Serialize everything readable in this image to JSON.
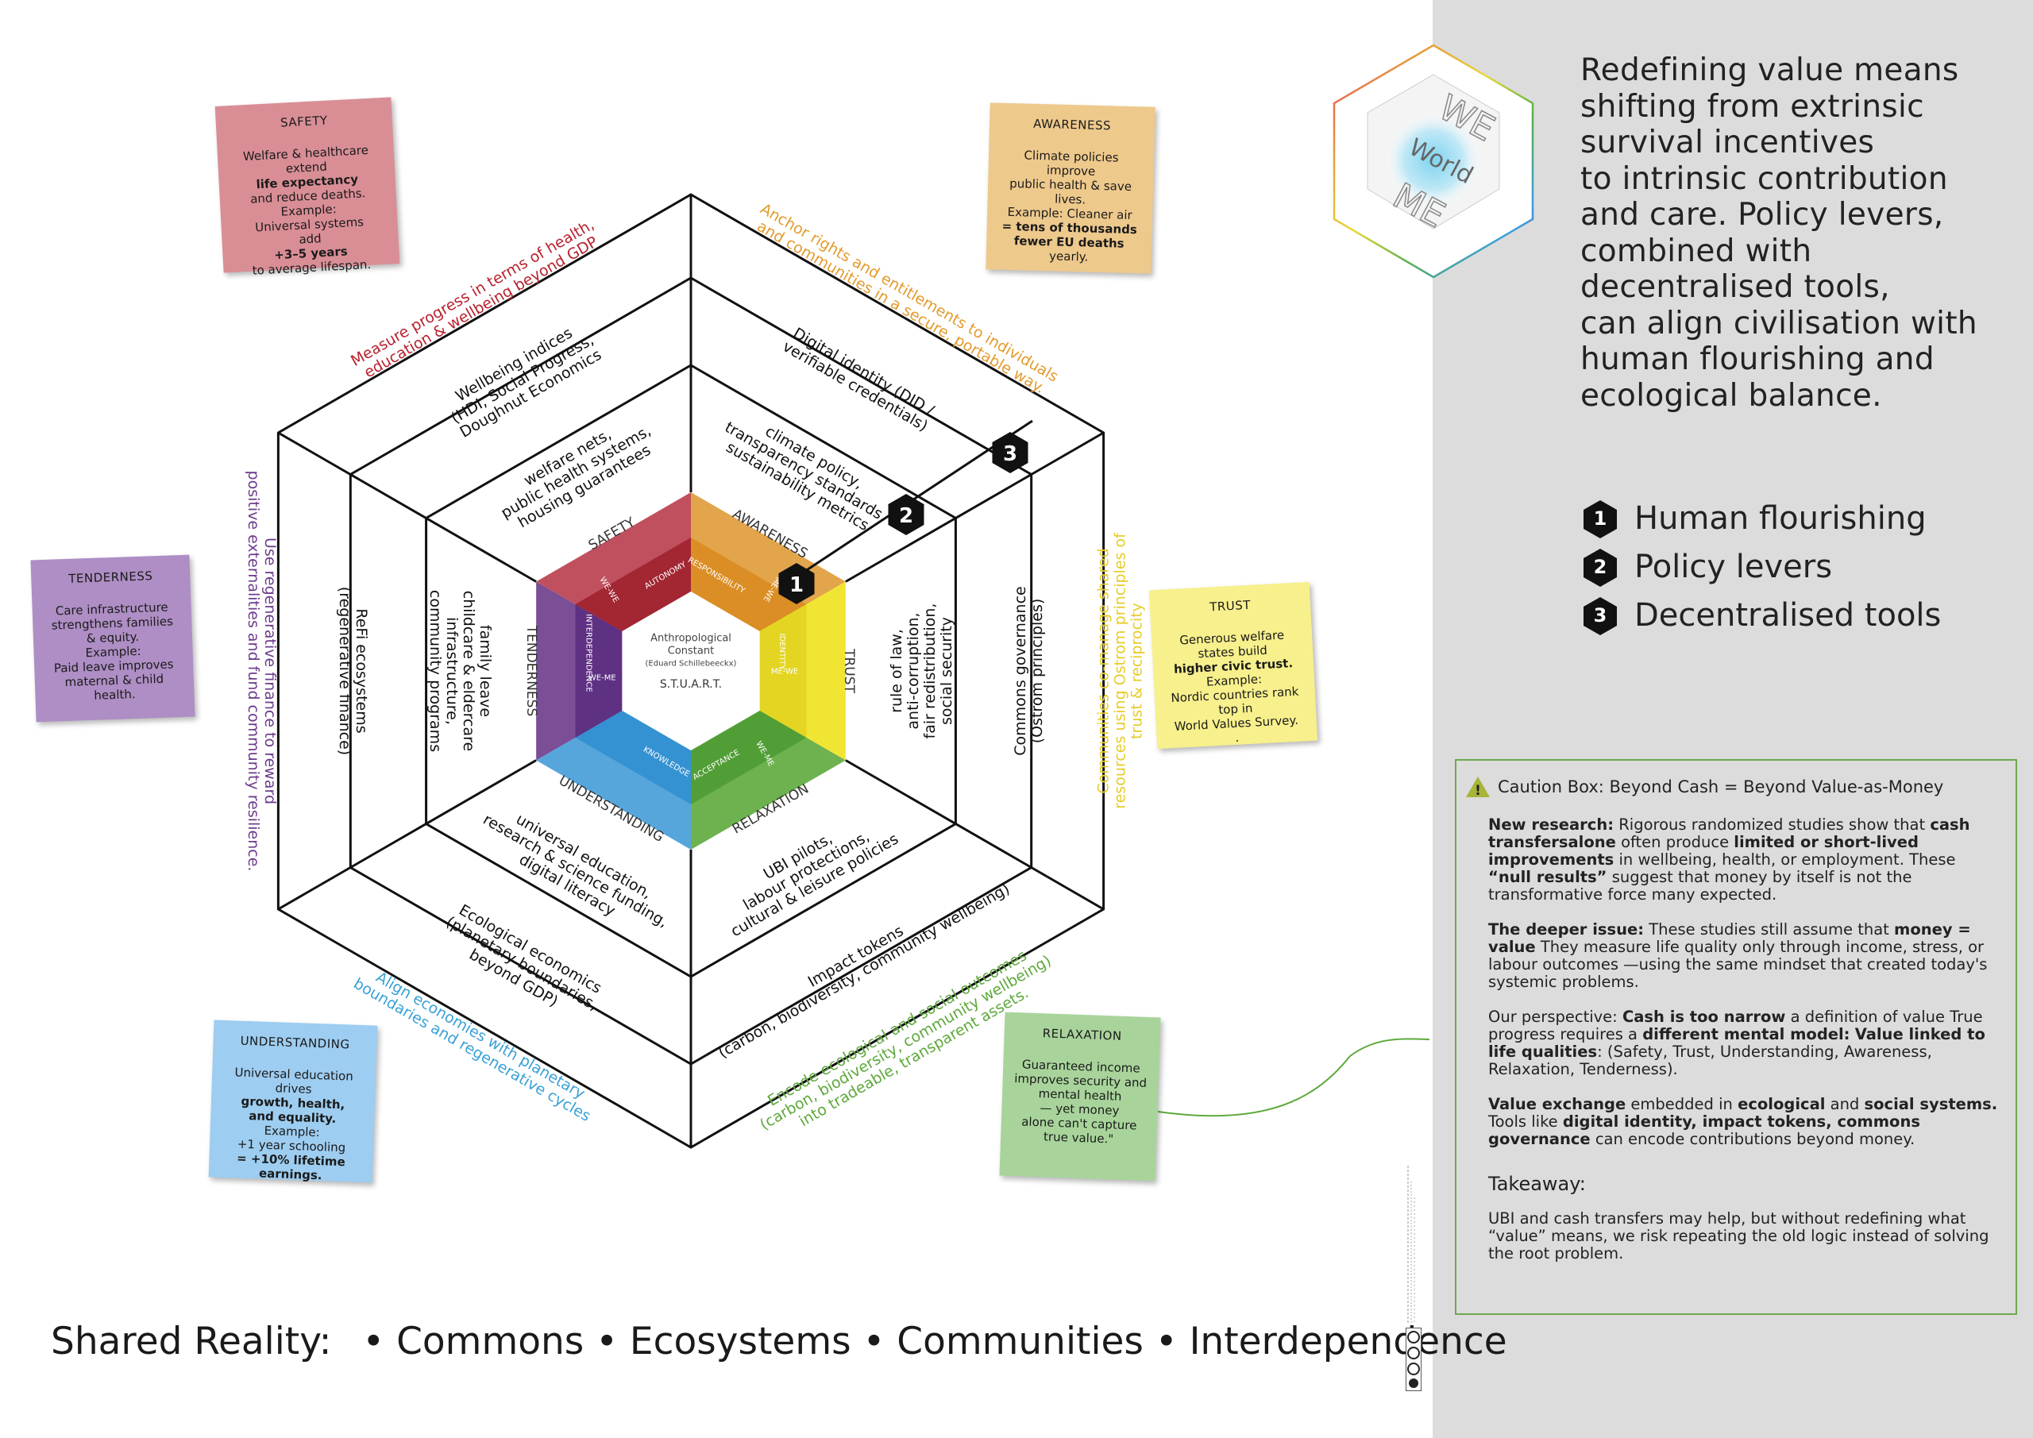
{
  "headline": {
    "lines": [
      "Redefining value means",
      "shifting from extrinsic",
      "survival incentives",
      "to intrinsic contribution",
      "and care. Policy levers,",
      "combined with",
      "decentralised tools,",
      "can align civilisation with",
      "human flourishing and",
      "ecological balance."
    ]
  },
  "logo": {
    "we": "WE",
    "world": "World",
    "me": "ME"
  },
  "legend": [
    {
      "num": "1",
      "label": "Human flourishing"
    },
    {
      "num": "2",
      "label": "Policy levers"
    },
    {
      "num": "3",
      "label": "Decentralised tools"
    }
  ],
  "markers": {
    "m1": "1",
    "m2": "2",
    "m3": "3"
  },
  "center": {
    "line1": "Anthropological",
    "line2": "Constant",
    "line3": "(Eduard Schillebeeckx)",
    "line4": "S.T.U.A.R.T."
  },
  "segments": {
    "safety": "SAFETY",
    "awareness": "AWARENESS",
    "trust": "TRUST",
    "relaxation": "RELAXATION",
    "understanding": "UNDERSTANDING",
    "tenderness": "TENDERNESS"
  },
  "inner_labels": {
    "we_we_a": "WE-WE",
    "autonomy": "AUTONOMY",
    "me_we_a": "ME-WE",
    "responsibility": "RESPONSIBILITY",
    "identity": "IDENTITY",
    "me_we_b": "ME-WE",
    "acceptance": "ACCEPTANCE",
    "we_me_a": "WE-ME",
    "knowledge": "KNOWLEDGE",
    "interdependence": "INTERDEPENDENCE",
    "we_me_b": "WE-ME"
  },
  "ring2": {
    "safety": [
      "welfare nets,",
      "public health systems,",
      "housing guarantees"
    ],
    "awareness": [
      "climate policy,",
      "transparency standards,",
      "sustainability metrics"
    ],
    "trust": [
      "rule of law,",
      "anti-corruption,",
      "fair redistribution,",
      "social security"
    ],
    "relaxation": [
      "UBI pilots,",
      "labour protections,",
      "cultural & leisure policies"
    ],
    "understanding": [
      "universal education,",
      "research & science funding,",
      "digital literacy"
    ],
    "tenderness": [
      "family leave",
      "childcare & eldercare",
      "infrastructure,",
      "community programs"
    ]
  },
  "ring3": {
    "safety": [
      "Wellbeing indices",
      "(HDI, Social Progress,",
      "Doughnut Economics"
    ],
    "awareness": [
      "Digital identity (DID /",
      "verifiable credentials)"
    ],
    "trust": [
      "Commons governance",
      "(Ostrom principles)"
    ],
    "relaxation": [
      "Impact tokens",
      "(carbon, biodiversity, community wellbeing)"
    ],
    "understanding": [
      "Ecological economics",
      "(planetary boundaries,",
      "beyond GDP)"
    ],
    "tenderness": [
      "ReFi ecosystems",
      "(regenerative finance)"
    ]
  },
  "ring4": {
    "safety": [
      "Measure progress in terms of health,",
      "education & wellbeing beyond GDP"
    ],
    "awareness": [
      "Anchor rights and entitlements to individuals",
      "and communities in a secure, portable way."
    ],
    "trust": [
      "Communities co-manage shared",
      "resources using Ostrom principles of",
      "trust & reciprocity"
    ],
    "relaxation": [
      "Encode ecological and social outcomes",
      "(carbon, biodiversity, community wellbeing)",
      "into tradeable, transparent assets."
    ],
    "understanding": [
      "Align economies with planetary",
      "boundaries and regenerative cycles"
    ],
    "tenderness": [
      "Use regenerative finance to reward",
      "positive externalities and fund community resilience."
    ]
  },
  "colors": {
    "safety": "#c0505e",
    "awareness": "#e3a54c",
    "trust": "#f1e534",
    "relaxation": "#6db24e",
    "understanding": "#56a6dc",
    "tenderness": "#7a4f96",
    "ring4_safety": "#b8222e",
    "ring4_awareness": "#e39b2c",
    "ring4_trust": "#e6cd2a",
    "ring4_relaxation": "#5ea93c",
    "ring4_understanding": "#3aa1d6",
    "ring4_tenderness": "#6e3b8c",
    "caution_border": "#6fa84f",
    "sidebar_bg": "#dcdcdc"
  },
  "notes": {
    "safety": {
      "title": "SAFETY",
      "lines": [
        [
          "Welfare & healthcare",
          false
        ],
        [
          "extend",
          false
        ],
        [
          "life expectancy",
          true
        ],
        [
          "and reduce deaths.",
          false
        ],
        [
          "Example:",
          false
        ],
        [
          "Universal systems",
          false
        ],
        [
          "add",
          false
        ],
        [
          "+3–5 years",
          true
        ],
        [
          "to average lifespan.",
          false
        ]
      ]
    },
    "awareness": {
      "title": "AWARENESS",
      "lines": [
        [
          "Climate policies improve",
          false
        ],
        [
          "public health & save lives.",
          false
        ],
        [
          "Example: Cleaner air",
          false
        ],
        [
          "= tens of thousands",
          true
        ],
        [
          "fewer EU deaths",
          true
        ],
        [
          "yearly.",
          false
        ]
      ]
    },
    "tenderness": {
      "title": "TENDERNESS",
      "lines": [
        [
          "Care infrastructure",
          false
        ],
        [
          "strengthens families",
          false
        ],
        [
          "& equity.",
          false
        ],
        [
          "Example:",
          false
        ],
        [
          "Paid leave improves",
          false
        ],
        [
          "maternal & child health.",
          false
        ]
      ]
    },
    "trust": {
      "title": "TRUST",
      "lines": [
        [
          "Generous welfare",
          false
        ],
        [
          "states build",
          false
        ],
        [
          "higher civic trust.",
          true
        ],
        [
          "Example:",
          false
        ],
        [
          "Nordic countries rank",
          false
        ],
        [
          "top in",
          false
        ],
        [
          "World Values Survey.",
          false
        ],
        [
          ".",
          false
        ]
      ]
    },
    "understanding": {
      "title": "UNDERSTANDING",
      "lines": [
        [
          "Universal education drives",
          false
        ],
        [
          "growth, health,",
          true
        ],
        [
          "and equality.",
          true
        ],
        [
          "Example:",
          false
        ],
        [
          "+1 year schooling",
          false
        ],
        [
          "= +10% lifetime earnings.",
          true
        ]
      ]
    },
    "relaxation": {
      "title": "RELAXATION",
      "lines": [
        [
          "Guaranteed income",
          false
        ],
        [
          "improves security and",
          false
        ],
        [
          "mental health",
          false
        ],
        [
          "— yet money",
          false
        ],
        [
          "alone can't capture",
          false
        ],
        [
          "true value.\"",
          false
        ]
      ]
    }
  },
  "caution": {
    "icon_glyph": "!",
    "title": "Caution Box: Beyond Cash = Beyond Value-as-Money",
    "p1": [
      [
        "New research:",
        true
      ],
      [
        " Rigorous randomized studies show that ",
        false
      ],
      [
        "cash transfersalone",
        true
      ],
      [
        " often produce ",
        false
      ],
      [
        "limited or short-lived improvements",
        true
      ],
      [
        " in wellbeing, health, or employment. These ",
        false
      ],
      [
        "“null results”",
        true
      ],
      [
        " suggest that money by itself is not the transformative force many expected.",
        false
      ]
    ],
    "p2": [
      [
        "The deeper issue:",
        true
      ],
      [
        " These studies still assume that ",
        false
      ],
      [
        "money = value",
        true
      ],
      [
        " They measure life quality only through income, stress, or labour outcomes —using the same mindset that created today's systemic problems.",
        false
      ]
    ],
    "p3": [
      [
        "Our perspective: ",
        false
      ],
      [
        "Cash is too narrow",
        true
      ],
      [
        " a definition of value True progress requires a ",
        false
      ],
      [
        "different mental model:",
        true
      ],
      [
        " ",
        false
      ],
      [
        "Value linked to life qualities",
        true
      ],
      [
        ": (Safety, Trust, Understanding, Awareness, Relaxation, Tenderness).",
        false
      ]
    ],
    "p4": [
      [
        "Value exchange",
        true
      ],
      [
        " embedded in ",
        false
      ],
      [
        "ecological",
        true
      ],
      [
        " and ",
        false
      ],
      [
        "social systems.",
        true
      ],
      [
        " Tools like ",
        false
      ],
      [
        "digital identity, impact tokens, commons governance",
        true
      ],
      [
        " can encode contributions beyond money.",
        false
      ]
    ],
    "takeaway_title": "Takeaway:",
    "takeaway": "UBI and cash transfers may help, but without redefining what “value” means, we risk repeating the old logic instead of solving the root problem."
  },
  "footer": {
    "label": "Shared Reality:",
    "items": [
      "Commons",
      "Ecosystems",
      "Communities",
      "Interdependence"
    ]
  }
}
